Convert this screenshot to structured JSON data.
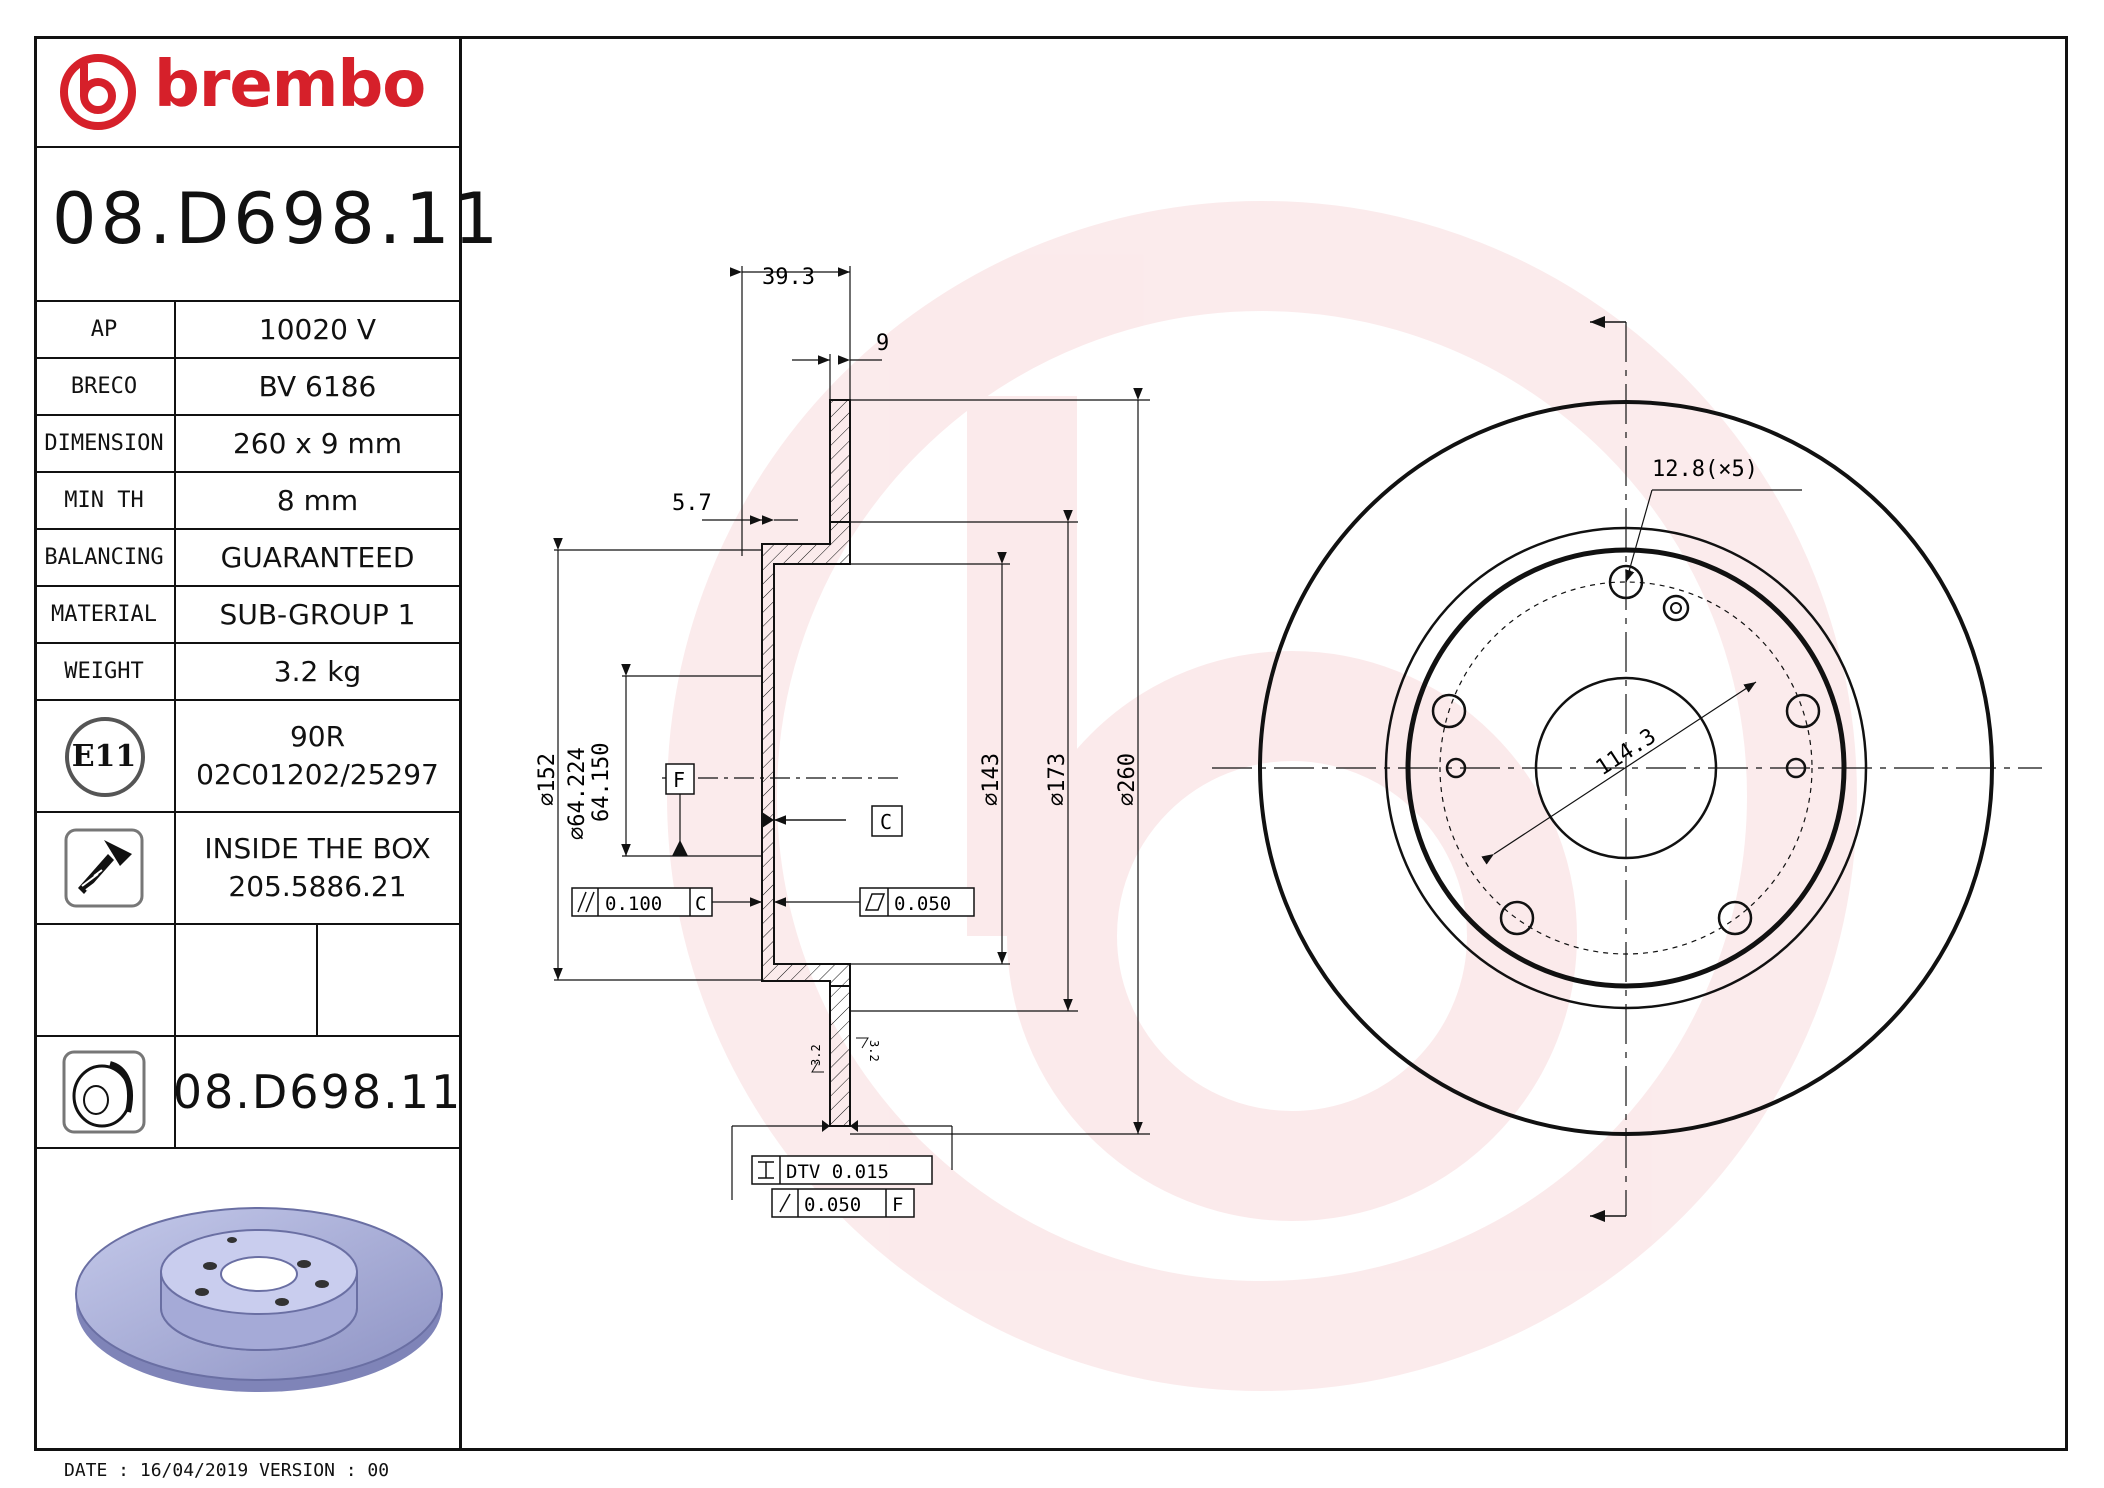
{
  "brand": {
    "name": "brembo",
    "color": "#d6202a"
  },
  "part_number": "08.D698.11",
  "specs": [
    {
      "label": "AP",
      "value": "10020 V"
    },
    {
      "label": "BRECO",
      "value": "BV 6186"
    },
    {
      "label": "DIMENSION",
      "value": "260 x 9 mm"
    },
    {
      "label": "MIN TH",
      "value": "8 mm"
    },
    {
      "label": "BALANCING",
      "value": "GUARANTEED"
    },
    {
      "label": "MATERIAL",
      "value": "SUB-GROUP 1"
    },
    {
      "label": "WEIGHT",
      "value": "3.2 kg"
    }
  ],
  "approval": {
    "badge": "E11",
    "line1": "90R",
    "line2": "02C01202/25297"
  },
  "box": {
    "icon": "screw-icon",
    "line1": "INSIDE THE BOX",
    "line2": "205.5886.21"
  },
  "bottom_part_number": "08.D698.11",
  "footer": "DATE : 16/04/2019 VERSION : 00",
  "drawing": {
    "dim_393": "39.3",
    "dim_9": "9",
    "dim_57": "5.7",
    "dia_152": "⌀152",
    "dia_64_224": "⌀64.224",
    "dia_64_150": "64.150",
    "dia_143": "⌀143",
    "dia_173": "⌀173",
    "dia_260": "⌀260",
    "datum_f": "F",
    "datum_c": "C",
    "tol_parallel": "0.100",
    "tol_parallel_ref": "C",
    "tol_flat": "0.050",
    "dtv": "DTV 0.015",
    "runout": "0.050",
    "runout_ref": "F",
    "rough1": "3.2",
    "rough2": "3.2",
    "holes": "12.8(×5)",
    "pcd": "114.3"
  }
}
